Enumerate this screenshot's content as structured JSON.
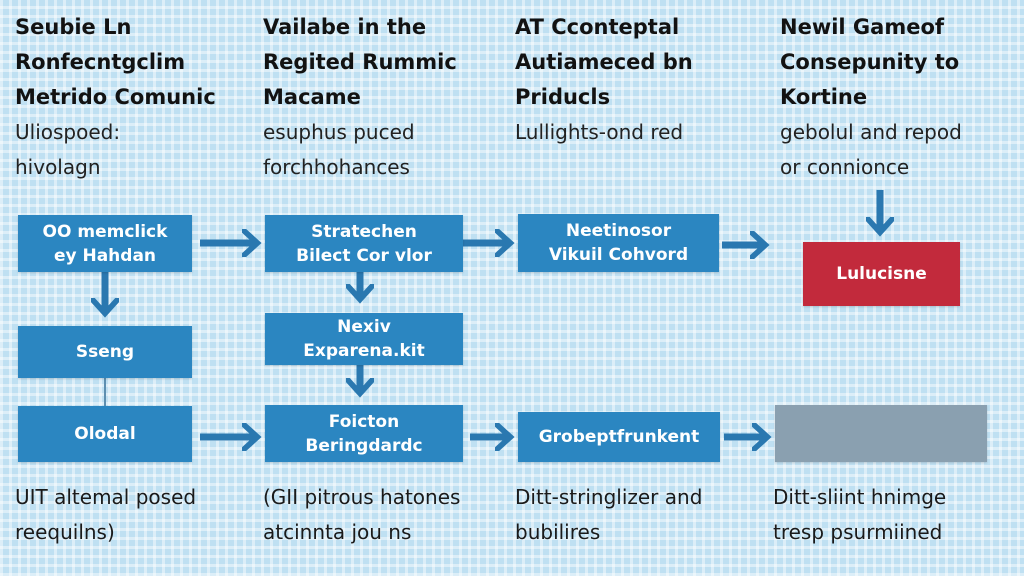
{
  "columns": [
    {
      "title": [
        "Seubie Ln",
        "Ronfecntgclim",
        "Metrido Comunic"
      ],
      "subtitle": [
        "Uliospoed:",
        "hivolagn"
      ]
    },
    {
      "title": [
        "Vailabe in the",
        "Regited Rummic",
        "Macame"
      ],
      "subtitle": [
        "esuphus puced",
        "forchhohances"
      ]
    },
    {
      "title": [
        "AT Cconteptal",
        "Autiameced bn",
        "Priducls"
      ],
      "subtitle": [
        "Lullights-ond red"
      ]
    },
    {
      "title": [
        "Newil Gameof",
        "Consepunity to",
        "Kortine"
      ],
      "subtitle": [
        "gebolul and repod",
        "or connionce"
      ]
    }
  ],
  "boxes": {
    "b1": [
      "OO memclick",
      "ey Hahdan"
    ],
    "b2": [
      "Sseng"
    ],
    "b3": [
      "Olodal"
    ],
    "b4": [
      "Stratechen",
      "Bilect Cor vlor"
    ],
    "b5": [
      "Nexiv",
      "Exparena.kit"
    ],
    "b6": [
      "Foicton",
      "Beringdardc"
    ],
    "b7": [
      "Neetinosor",
      "Vikuil Cohvord"
    ],
    "b8": [
      "Grobeptfrunkent"
    ],
    "b9": [
      "Lulucisne"
    ]
  },
  "footers": [
    [
      "UIT altemal posed",
      "reequilns)"
    ],
    [
      "(GII pitrous hatones",
      "atcinnta jou ns"
    ],
    [
      "Ditt-stringlizer and",
      "bubilires"
    ],
    [
      "Ditt-sliint hnimge",
      "tresp psurmiined"
    ]
  ],
  "colors": {
    "box": "#2b86c1",
    "accent_red": "#c22a3c",
    "gray": "#8aa0b0",
    "arrow": "#2a78b0"
  }
}
